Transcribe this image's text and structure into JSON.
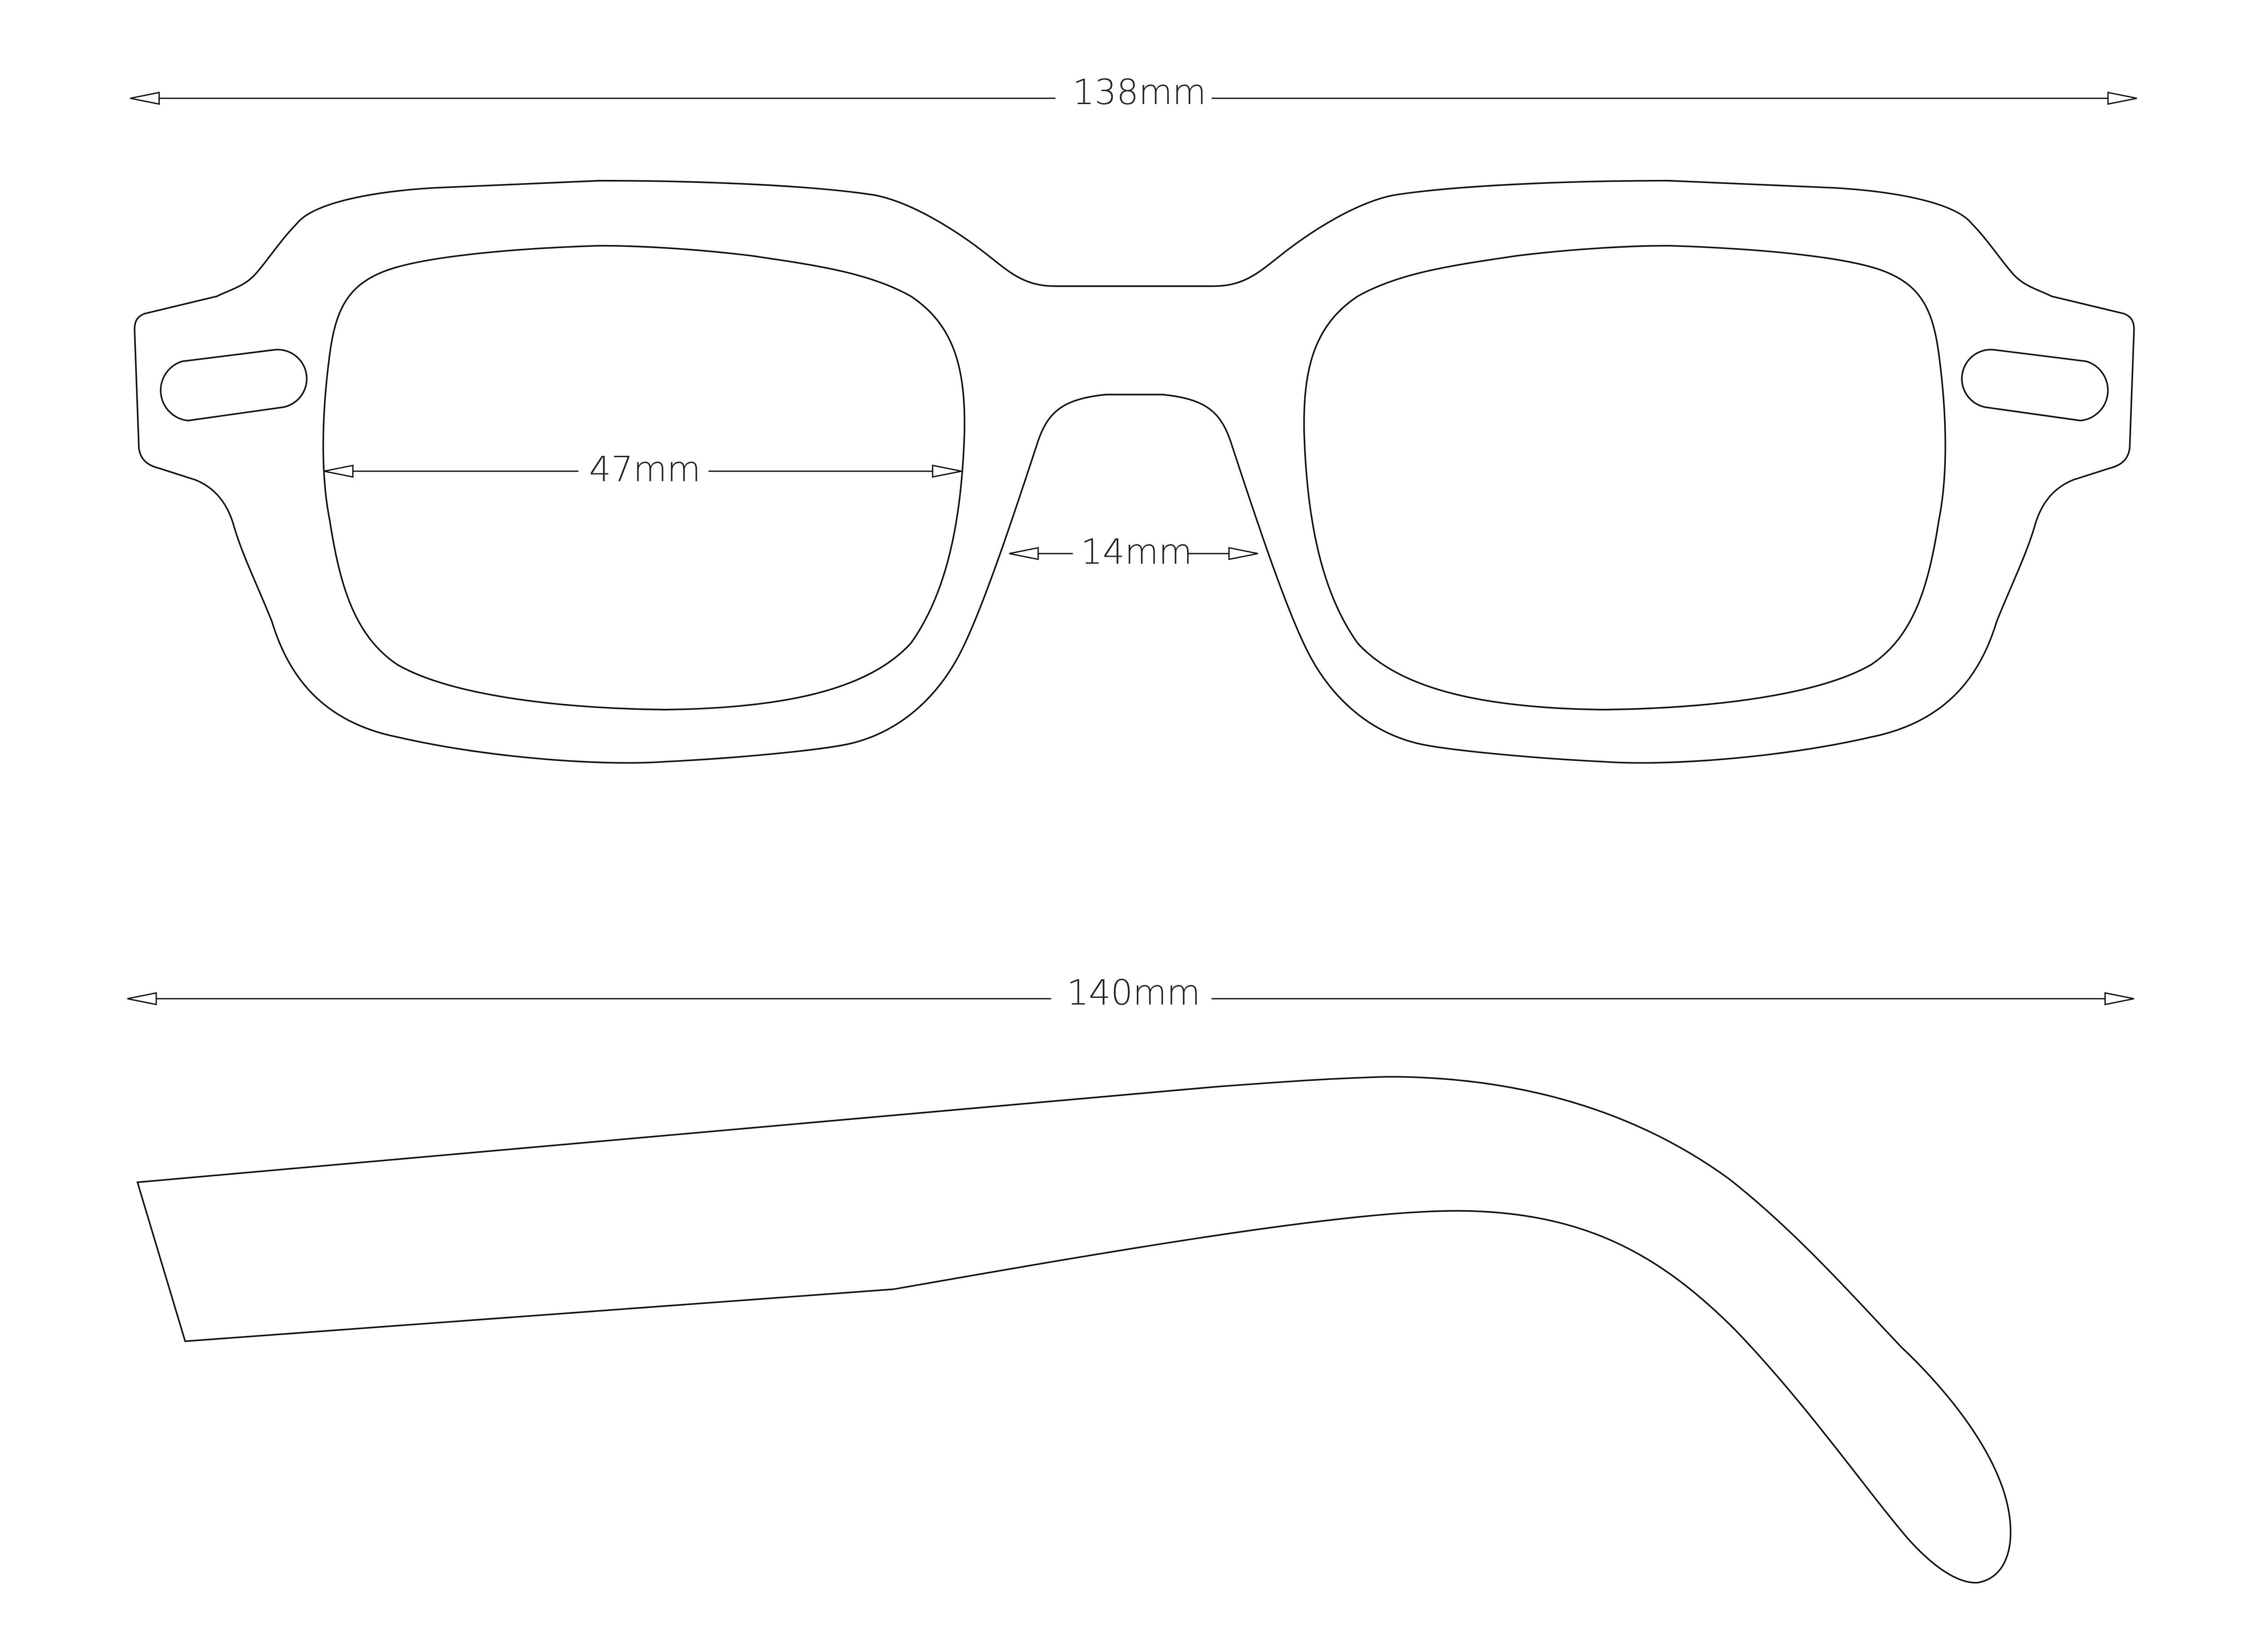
{
  "diagram": {
    "title": "Eyeglasses frame dimensions",
    "dimensions": {
      "frame_width": "138mm",
      "lens_width": "47mm",
      "bridge_width": "14mm",
      "temple_length": "140mm"
    },
    "line_color": "#111111",
    "background": "#ffffff"
  }
}
